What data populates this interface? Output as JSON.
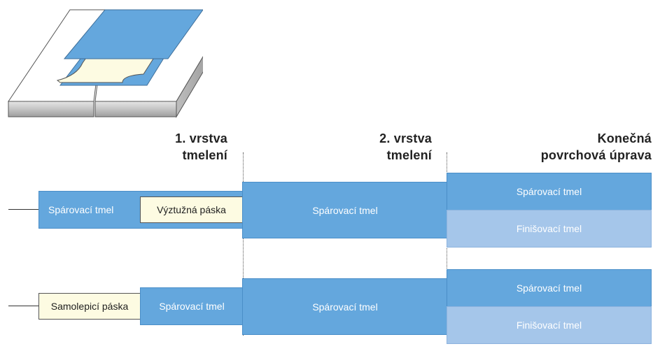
{
  "headings": {
    "layer1": [
      "1. vrstva",
      "tmelení"
    ],
    "layer2": [
      "2. vrstva",
      "tmelení"
    ],
    "final": [
      "Konečná",
      "povrchová úprava"
    ]
  },
  "row1": {
    "joint_compound_1": "Spárovací tmel",
    "reinforcing_tape": "Výztužná páska",
    "joint_compound_2": "Spárovací tmel",
    "joint_compound_3": "Spárovací tmel",
    "finishing_compound": "Finišovací tmel"
  },
  "row2": {
    "self_adhesive_tape": "Samolepicí páska",
    "joint_compound_1": "Spárovací tmel",
    "joint_compound_2": "Spárovací tmel",
    "joint_compound_3": "Spárovací tmel",
    "finishing_compound": "Finišovací tmel"
  },
  "colors": {
    "compound": "#64a7dd",
    "finishing": "#a5c6ea",
    "tape": "#fdfbe2"
  }
}
